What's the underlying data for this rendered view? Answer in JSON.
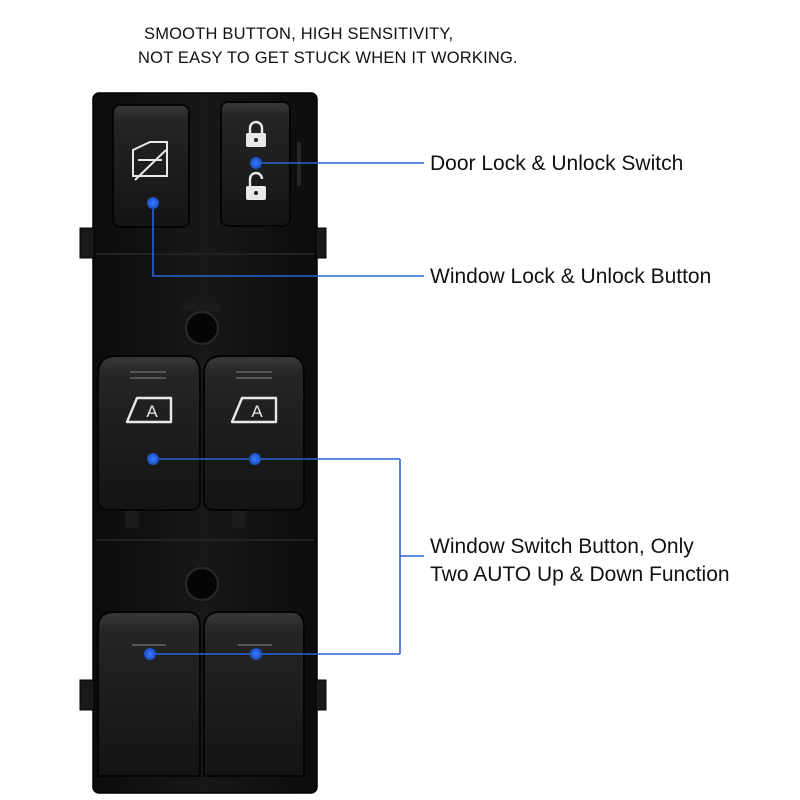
{
  "headline": {
    "line1": "SMOOTH BUTTON, HIGH SENSITIVITY,",
    "line2": "NOT EASY TO GET STUCK WHEN IT WORKING."
  },
  "callouts": {
    "door_lock": "Door Lock & Unlock Switch",
    "window_lock": "Window Lock & Unlock Button",
    "window_switch_line1": "Window Switch Button, Only",
    "window_switch_line2": "Two AUTO Up & Down Function"
  },
  "glyphs": {
    "auto_label": "A"
  },
  "colors": {
    "panel": "#131313",
    "button": "#1e1e1e",
    "marker": "#1e5fd8",
    "leader": "#2b63d6",
    "icon": "#e8e8e8"
  }
}
